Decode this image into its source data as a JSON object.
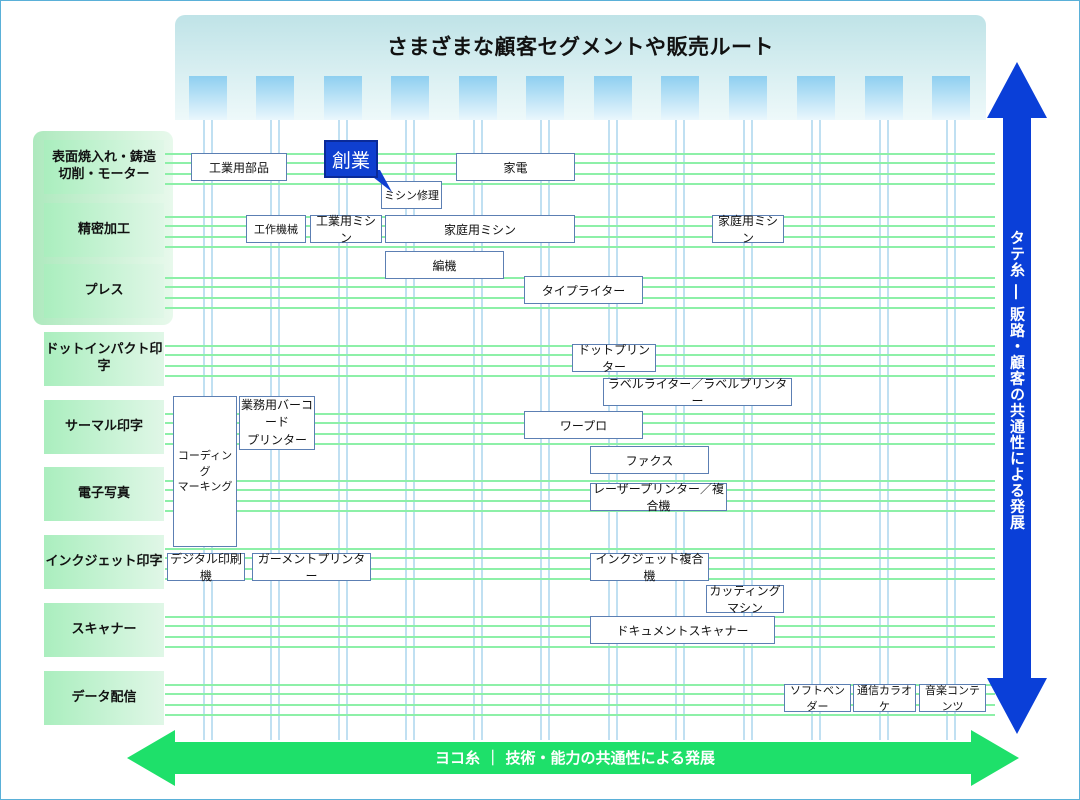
{
  "title": "さまざまな顧客セグメントや販売ルート",
  "rows": [
    {
      "label_lines": [
        "表面焼入れ・鋳造",
        "切削・モーター"
      ]
    },
    {
      "label_lines": [
        "精密加工"
      ]
    },
    {
      "label_lines": [
        "プレス"
      ]
    },
    {
      "label_lines": [
        "ドットインパクト印字"
      ]
    },
    {
      "label_lines": [
        "サーマル印字"
      ]
    },
    {
      "label_lines": [
        "電子写真"
      ]
    },
    {
      "label_lines": [
        "インクジェット印字"
      ]
    },
    {
      "label_lines": [
        "スキャナー"
      ]
    },
    {
      "label_lines": [
        "データ配信"
      ]
    }
  ],
  "sogyo": "創業",
  "products": [
    {
      "label": "工業用部品"
    },
    {
      "label": "家電"
    },
    {
      "label": "ミシン修理"
    },
    {
      "label": "工作機械"
    },
    {
      "label": "工業用ミシン"
    },
    {
      "label": "家庭用ミシン"
    },
    {
      "label": "家庭用ミシン"
    },
    {
      "label": "編機"
    },
    {
      "label": "タイプライター"
    },
    {
      "label": "ドットプリンター"
    },
    {
      "label": "ラベルライター／ラベルプリンター"
    },
    {
      "label": "業務用バーコード\nプリンター"
    },
    {
      "label": "ワープロ"
    },
    {
      "label": "ファクス"
    },
    {
      "label": "コーディング\nマーキング"
    },
    {
      "label": "レーザープリンター／複合機"
    },
    {
      "label": "デジタル印刷機"
    },
    {
      "label": "ガーメントプリンター"
    },
    {
      "label": "インクジェット複合機"
    },
    {
      "label": "カッティングマシン"
    },
    {
      "label": "ドキュメントスキャナー"
    },
    {
      "label": "ソフトベンダー"
    },
    {
      "label": "通信カラオケ"
    },
    {
      "label": "音楽コンテンツ"
    }
  ],
  "vertical_axis_label": "タテ糸 ― 販路・顧客の共通性による発展",
  "horizontal_axis_label": "ヨコ糸 ｜ 技術・能力の共通性による発展",
  "colors": {
    "vertical_arrow": "#0a3fd8",
    "horizontal_arrow": "#1ee06a",
    "box_border": "#5c7fb3"
  }
}
